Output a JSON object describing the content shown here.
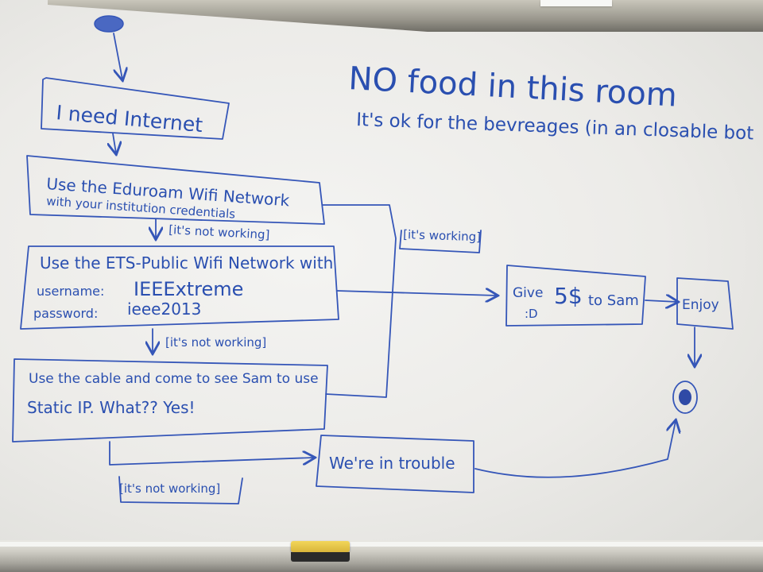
{
  "notes": {
    "line1": "NO food in this room",
    "line2": "It's ok for the bevreages (in an closable bot"
  },
  "flow": {
    "start": "I need Internet",
    "step1_line1": "Use the Eduroam Wifi Network",
    "step1_line2": "with your institution credentials",
    "not_working_1": "[it's not working]",
    "step2_line1": "Use the ETS-Public Wifi Network with",
    "step2_user_label": "username:",
    "step2_user_value": "IEEExtreme",
    "step2_pass_label": "password:",
    "step2_pass_value": "ieee2013",
    "not_working_2": "[it's not working]",
    "step3_line1": "Use the cable and come to see Sam to use",
    "step3_line2": "Static IP. What?? Yes!",
    "not_working_3": "[it's not working]",
    "working": "[it's working]",
    "give_prefix": "Give",
    "give_amount": "5$",
    "give_suffix": "to Sam",
    "give_smiley": ":D",
    "enjoy": "Enjoy",
    "trouble": "We're in trouble"
  },
  "colors": {
    "ink": "#3556b8",
    "board": "#eeeeeb",
    "marker": "#e6c44a"
  }
}
